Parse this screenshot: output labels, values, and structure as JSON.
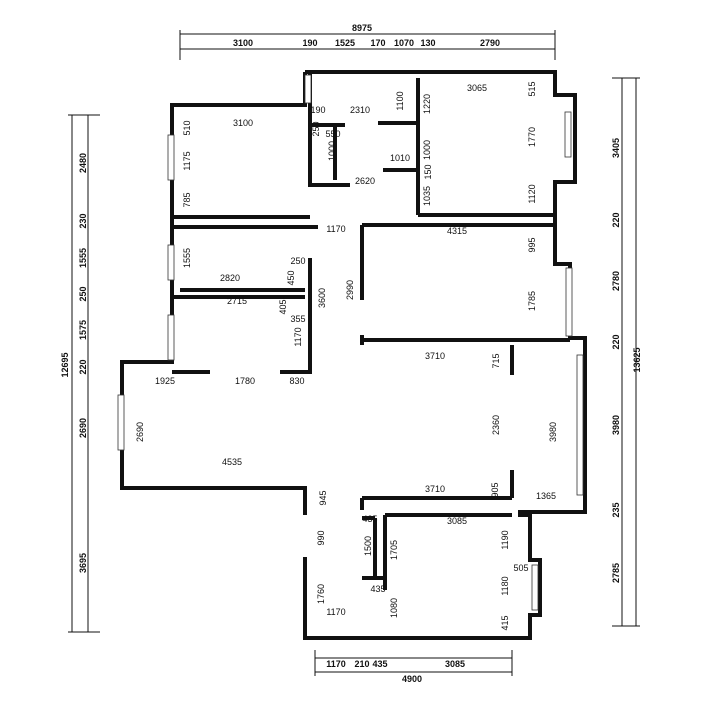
{
  "plan": {
    "top": {
      "total": "8975",
      "segments": [
        "3100",
        "190",
        "1525",
        "170",
        "1070",
        "130",
        "2790"
      ]
    },
    "bottom": {
      "total": "4900",
      "segments": [
        "1170",
        "210",
        "435",
        "3085"
      ]
    },
    "left": {
      "total": "12695",
      "segments": [
        "2480",
        "230",
        "1555",
        "250",
        "1575",
        "220",
        "2690",
        "3695"
      ]
    },
    "right": {
      "total": "13625",
      "segments": [
        "3405",
        "220",
        "2780",
        "220",
        "3980",
        "235",
        "2785"
      ]
    },
    "interior": [
      "190",
      "2310",
      "1100",
      "1220",
      "3065",
      "515",
      "3100",
      "510",
      "250",
      "550",
      "1000",
      "1000",
      "1770",
      "1010",
      "150",
      "2620",
      "1035",
      "1120",
      "1175",
      "785",
      "1170",
      "4315",
      "995",
      "1555",
      "2820",
      "250",
      "450",
      "2990",
      "3600",
      "1785",
      "2715",
      "405",
      "355",
      "1170",
      "3710",
      "715",
      "1925",
      "1780",
      "830",
      "2690",
      "2360",
      "3980",
      "4535",
      "3710",
      "905",
      "945",
      "1365",
      "435",
      "3085",
      "1500",
      "1705",
      "1190",
      "990",
      "505",
      "435",
      "1180",
      "1080",
      "1760",
      "1170",
      "415"
    ]
  }
}
